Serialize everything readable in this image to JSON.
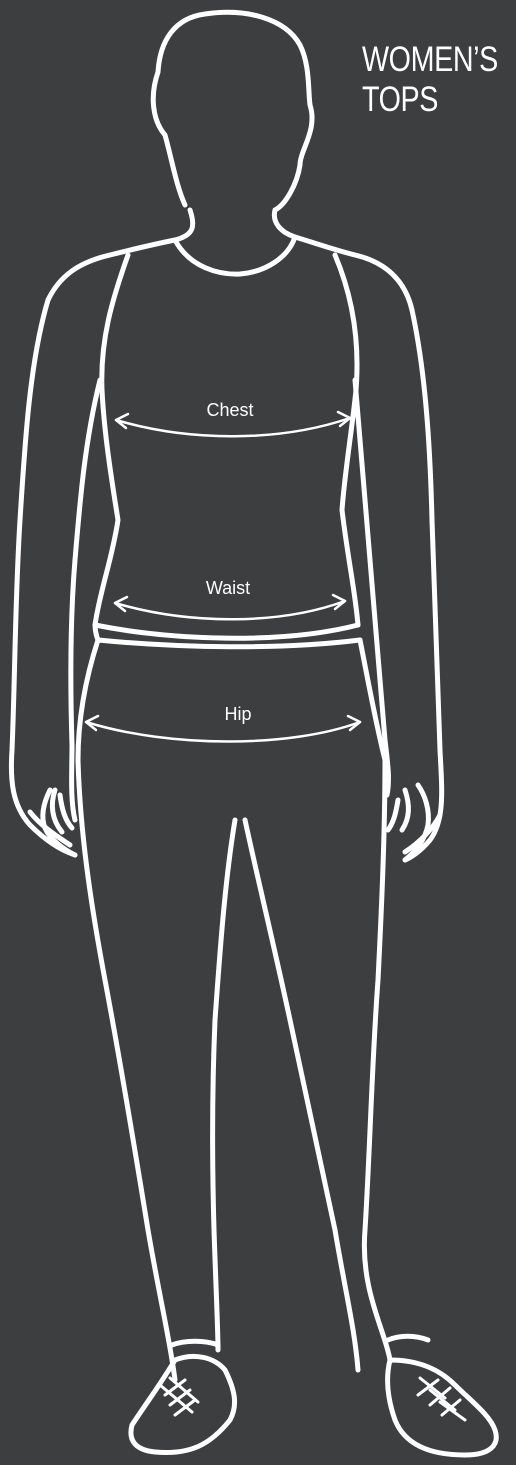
{
  "title": {
    "line1": "WOMEN’S",
    "line2": "TOPS"
  },
  "measurements": {
    "chest": "Chest",
    "waist": "Waist",
    "hip": "Hip"
  },
  "colors": {
    "background": "#3d3e40",
    "lines": "#ffffff"
  }
}
